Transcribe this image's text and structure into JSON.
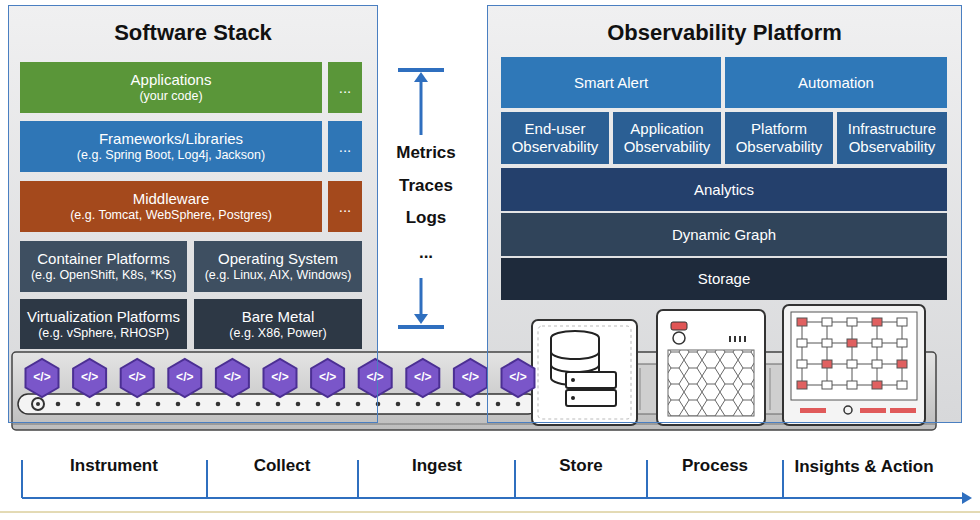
{
  "diagram": {
    "nodes": [
      {
        "text": [
          "Software Stack"
        ]
      },
      {
        "text": [
          "Applications",
          "(your code)"
        ],
        "in": 0
      },
      {
        "text": [
          "..."
        ],
        "in": 0
      },
      {
        "text": [
          "Frameworks/Libraries",
          "(e.g. Spring Boot, Log4j, Jackson)"
        ],
        "in": 0
      },
      {
        "text": [
          "..."
        ],
        "in": 0
      },
      {
        "text": [
          "Middleware",
          "(e.g. Tomcat, WebSphere, Postgres)"
        ],
        "in": 0
      },
      {
        "text": [
          "..."
        ],
        "in": 0
      },
      {
        "text": [
          "Container Platforms",
          "(e.g. OpenShift, K8s, *KS)"
        ],
        "in": 0
      },
      {
        "text": [
          "Operating System",
          "(e.g. Linux, AIX, Windows)"
        ],
        "in": 0
      },
      {
        "text": [
          "Virtualization Platforms",
          "(e.g. vSphere, RHOSP)"
        ],
        "in": 0
      },
      {
        "text": [
          "Bare Metal",
          "(e.g. X86, Power)"
        ],
        "in": 0
      },
      {
        "text": [
          "Observability Platform"
        ]
      },
      {
        "text": [
          "Smart Alert"
        ],
        "in": 11
      },
      {
        "text": [
          "Automation"
        ],
        "in": 11
      },
      {
        "text": [
          "End-user Observability"
        ],
        "in": 11
      },
      {
        "text": [
          "Application Observability"
        ],
        "in": 11
      },
      {
        "text": [
          "Platform Observability"
        ],
        "in": 11
      },
      {
        "text": [
          "Infrastructure Observability"
        ],
        "in": 11
      },
      {
        "text": [
          "Analytics"
        ],
        "in": 11
      },
      {
        "text": [
          "Dynamic Graph"
        ],
        "in": 11
      },
      {
        "text": [
          "Storage"
        ],
        "in": 11
      }
    ],
    "labels": [
      "Metrics",
      "Traces",
      "Logs",
      "...",
      "</>",
      "</>",
      "</>",
      "</>",
      "</>",
      "</>",
      "</>",
      "</>",
      "</>",
      "</>",
      "</>",
      "Instrument",
      "Collect",
      "Ingest",
      "Store",
      "Process",
      "Insights & Action"
    ]
  }
}
